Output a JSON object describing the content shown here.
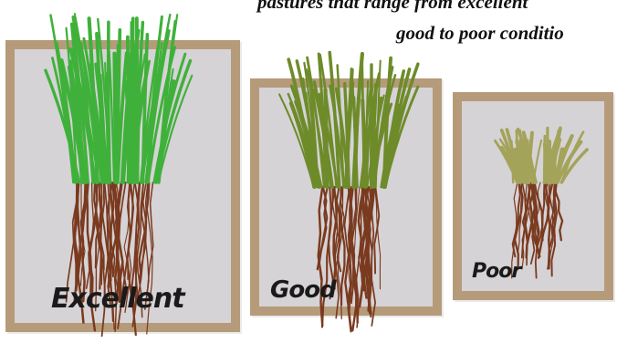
{
  "caption": {
    "line1": "pastures that range from excellent",
    "line2": "good to poor conditio"
  },
  "panels": [
    {
      "label": "Excellent",
      "grass_color": "#3fb13a",
      "root_color": "#7a3a1f"
    },
    {
      "label": "Good",
      "grass_color": "#6e8b2a",
      "root_color": "#7a3a1f"
    },
    {
      "label": "Poor",
      "grass_color": "#a3a35a",
      "root_color": "#7a3a1f"
    }
  ],
  "colors": {
    "frame": "#b59b7a",
    "panel_bg": "#d6d3d6"
  }
}
